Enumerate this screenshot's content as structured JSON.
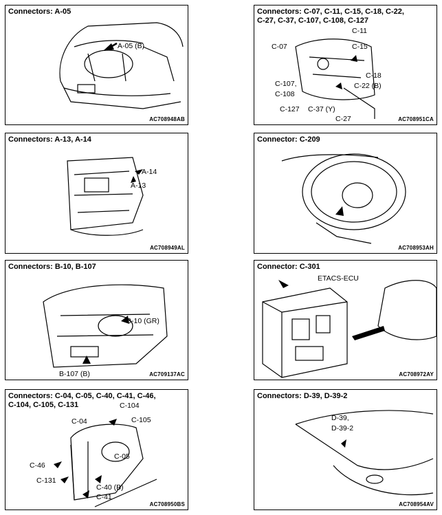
{
  "panels": [
    {
      "title": "Connectors: A-05",
      "code": "AC708948AB",
      "labels": [
        "A-05 (B)"
      ]
    },
    {
      "title": "Connectors: C-07, C-11, C-15, C-18, C-22,\nC-27, C-37, C-107, C-108, C-127",
      "code": "AC708951CA",
      "labels": [
        "C-11",
        "C-07",
        "C-15",
        "C-18",
        "C-107,",
        "C-108",
        "C-22 (B)",
        "C-127",
        "C-37 (Y)",
        "C-27"
      ]
    },
    {
      "title": "Connectors: A-13, A-14",
      "code": "AC708949AL",
      "labels": [
        "A-14",
        "A-13"
      ]
    },
    {
      "title": "Connector: C-209",
      "code": "AC708953AH",
      "labels": []
    },
    {
      "title": "Connectors: B-10, B-107",
      "code": "AC709137AC",
      "labels": [
        "B-10 (GR)",
        "B-107 (B)"
      ]
    },
    {
      "title": "Connector: C-301",
      "code": "AC708972AY",
      "labels": [
        "ETACS-ECU"
      ]
    },
    {
      "title": "Connectors: C-04, C-05, C-40, C-41, C-46,\nC-104, C-105, C-131",
      "code": "AC708950BS",
      "labels": [
        "C-104",
        "C-04",
        "C-105",
        "C-05",
        "C-46",
        "C-131",
        "C-40 (B)",
        "C-41"
      ]
    },
    {
      "title": "Connectors: D-39, D-39-2",
      "code": "AC708954AV",
      "labels": [
        "D-39,",
        "D-39-2"
      ]
    }
  ]
}
